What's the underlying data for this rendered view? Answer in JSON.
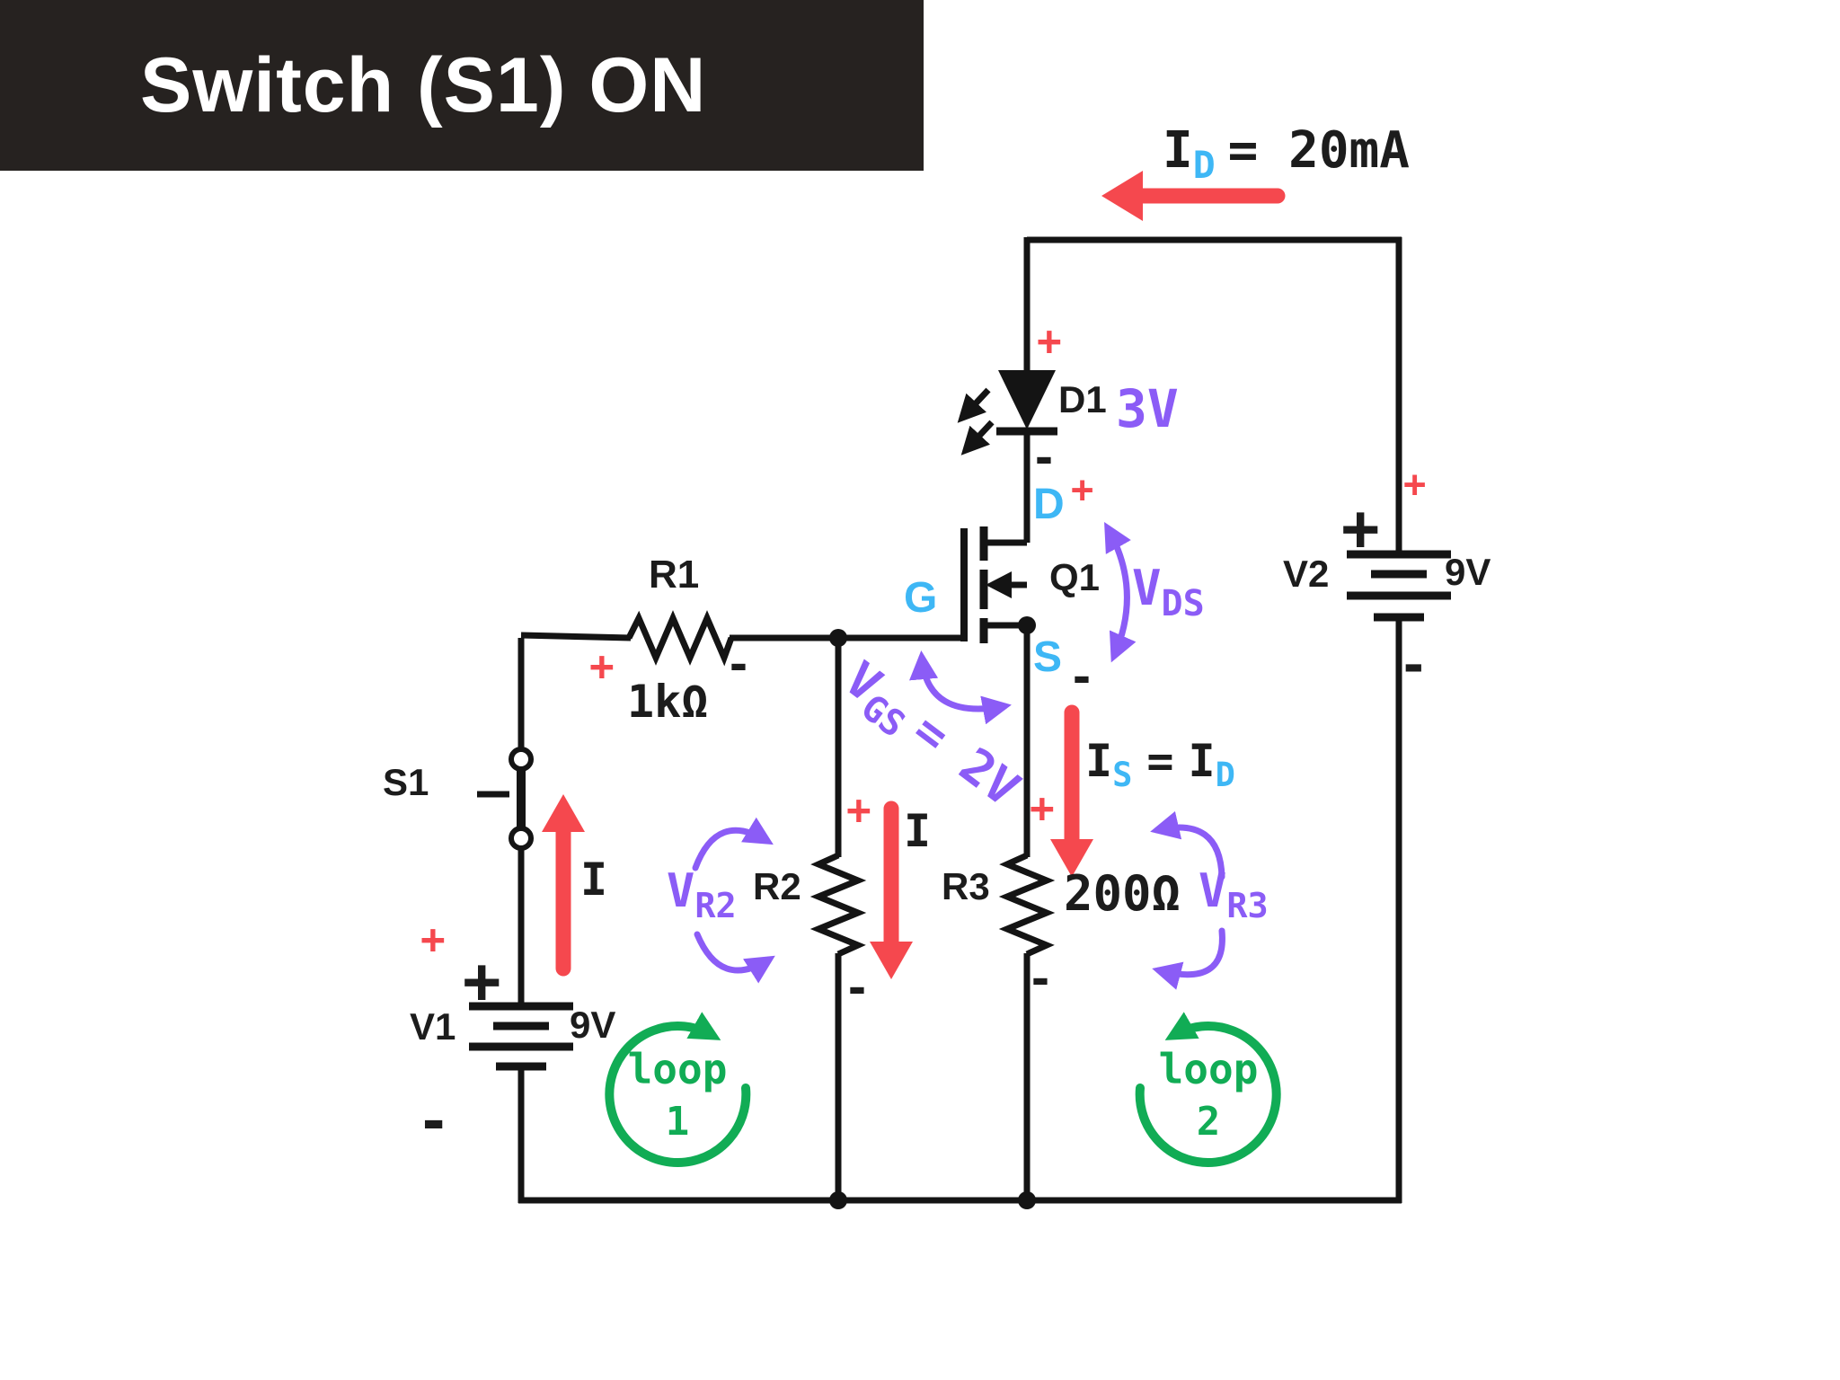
{
  "title": "Switch (S1) ON",
  "colors": {
    "wire": "#111111",
    "banner": "#262220",
    "red": "#F5484E",
    "cyan": "#3EB7F5",
    "purple": "#8B5CF6",
    "green": "#11AC55",
    "text": "#1C1C1C"
  },
  "labels": {
    "top_current": {
      "base": "I",
      "sub": "D",
      "rest": "= 20mA"
    },
    "source_current": {
      "i1": "I",
      "sub1": "S",
      "eq": "=",
      "i2": "I",
      "sub2": "D"
    },
    "vgs": {
      "base": "V",
      "sub": "GS",
      "rest": "= 2V"
    },
    "vds": {
      "base": "V",
      "sub": "DS"
    },
    "vr2": {
      "base": "V",
      "sub": "R2"
    },
    "vr3": {
      "base": "V",
      "sub": "R3"
    },
    "current_symbol": "I",
    "plus": "+",
    "minus": "-"
  },
  "components": {
    "r1": {
      "label": "R1",
      "value": "1kΩ"
    },
    "r2": {
      "label": "R2"
    },
    "r3": {
      "label": "R3",
      "value": "200Ω"
    },
    "d1": {
      "label": "D1",
      "voltage": "3V"
    },
    "q1": {
      "label": "Q1"
    },
    "s1": {
      "label": "S1"
    },
    "v1": {
      "label": "V1",
      "value": "9V"
    },
    "v2": {
      "label": "V2",
      "value": "9V"
    }
  },
  "terminals": {
    "gate": "G",
    "drain": "D",
    "source": "S"
  },
  "loops": {
    "loop1": {
      "word": "loop",
      "num": "1"
    },
    "loop2": {
      "word": "loop",
      "num": "2"
    }
  }
}
